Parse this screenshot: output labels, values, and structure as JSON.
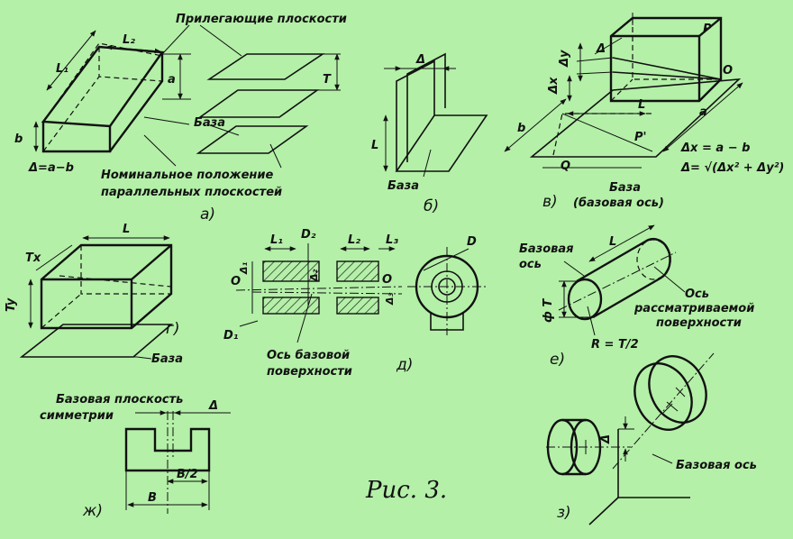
{
  "caption": "Рис. 3.",
  "subfigures": {
    "a": {
      "tag": "а)",
      "adjacent_planes": "Прилегающие плоскости",
      "base": "База",
      "nominal_line1": "Номинальное положение",
      "nominal_line2": "параллельных плоскостей",
      "formula": "Δ=a−b",
      "L1": "L₁",
      "L2": "L₂",
      "a": "a",
      "b": "b",
      "T": "T"
    },
    "b": {
      "tag": "б)",
      "delta": "Δ",
      "L": "L",
      "base": "База"
    },
    "v": {
      "tag": "в)",
      "base": "База",
      "base_axis": "(базовая ось)",
      "delta": "Δ",
      "dy": "Δy",
      "dx": "Δx",
      "P": "P",
      "O": "O",
      "P1": "P'",
      "Q": "Q",
      "L": "L",
      "a": "a",
      "b": "b",
      "formula1": "Δx = a − b",
      "formula2": "Δ= √(Δx² + Δy²)"
    },
    "g": {
      "tag": "г)",
      "L": "L",
      "Tx": "Tx",
      "Ty": "Ty",
      "base": "База"
    },
    "d": {
      "tag": "д)",
      "axis_line1": "Ось базовой",
      "axis_line2": "поверхности",
      "L1": "L₁",
      "L2": "L₂",
      "L3": "L₃",
      "D1": "D₁",
      "D2": "D₂",
      "D": "D",
      "O": "O",
      "delta1": "Δ₁",
      "delta2": "Δ₂",
      "delta3": "Δ₃"
    },
    "e": {
      "tag": "е)",
      "base_axis_line1": "Базовая",
      "base_axis_line2": "ось",
      "axis_line1": "Ось",
      "axis_line2": "рассматриваемой",
      "axis_line3": "поверхности",
      "L": "L",
      "phiT": "ф T",
      "R": "R = T/2"
    },
    "zh": {
      "tag": "ж)",
      "sym_line1": "Базовая плоскость",
      "sym_line2": "симметрии",
      "delta": "Δ",
      "B": "B",
      "B2": "B/2"
    },
    "z": {
      "tag": "з)",
      "delta": "Δ",
      "base_axis": "Базовая ось"
    }
  }
}
